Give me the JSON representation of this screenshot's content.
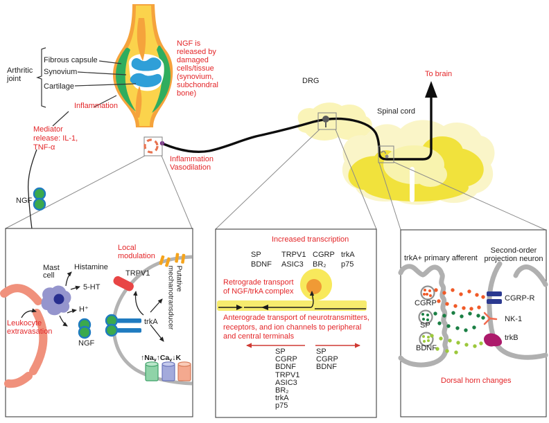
{
  "colors": {
    "accent_red": "#e32528",
    "bone_yellow": "#fbd34c",
    "bone_orange": "#f5a33c",
    "capsule_green": "#2fad5e",
    "cartilage_blue": "#2f9fd8",
    "pale_tissue_yellow": "#faf5c5",
    "gray_matter_yellow": "#f1e23c",
    "axon_yellow": "#f6eb6e",
    "vessel_salmon": "#f0917c",
    "mast_cell_lavender": "#9595cd",
    "ngf_green": "#3ba94d",
    "trka_receptor_blue": "#1f7bc0",
    "trpv1_red": "#e84545",
    "mechanotransducer_orange": "#f5a41c",
    "membrane_gray": "#b3b3b3",
    "cgrp_receptor_navy": "#2b3990",
    "nk1_orange": "#f26b4f",
    "trkb_magenta": "#ac1a6b",
    "cgrp_dot_orange": "#f05a28",
    "sp_dot_green": "#1a7f44",
    "bdnf_dot_lightgreen": "#9cc83c"
  },
  "top": {
    "arthritic_joint": "Arthritic\njoint",
    "fibrous_capsule": "Fibrous capsule",
    "synovium": "Synovium",
    "cartilage": "Cartilage",
    "inflammation": "Inflammation",
    "mediator_release": "Mediator\nrelease: IL-1,\nTNF-α",
    "ngf": "NGF",
    "ngf_released": "NGF is\nreleased by\ndamaged\ncells/tissue\n(synovium,\nsubchondral\nbone)",
    "inflammation_vasodilation": "Inflammation\nVasodilation",
    "drg": "DRG",
    "spinal_cord": "Spinal cord",
    "to_brain": "To brain"
  },
  "left_panel": {
    "leukocyte_extravasation": "Leukocyte\nextravasation",
    "mast_cell": "Mast\ncell",
    "histamine": "Histamine",
    "serotonin": "5-HT",
    "protons": "H⁺",
    "ngf": "NGF",
    "local_modulation": "Local\nmodulation",
    "trpv1": "TRPV1",
    "putative_mechanotransducer": "Putative\nmechanotransducer",
    "trka": "trkA",
    "ion": {
      "na": "↑Na",
      "v1": "v",
      "ca": "↑Ca",
      "v2": "v",
      "k": "↓K"
    }
  },
  "middle_panel": {
    "increased_transcription": "Increased transcription",
    "genes": [
      "SP\nBDNF",
      "TRPV1\nASIC3",
      "CGRP\nBR₂",
      "trkA\np75"
    ],
    "retrograde": "Retrograde transport\nof NGF/trkA complex",
    "anterograde": "Anterograde transport of neurotransmitters,\nreceptors, and ion channels to peripheral\nand central terminals",
    "peripheral_list": "SP\nCGRP\nBDNF\nTRPV1\nASIC3\nBR₂\ntrkA\np75",
    "central_list": "SP\nCGRP\nBDNF"
  },
  "right_panel": {
    "afferent": "trkA+ primary afferent",
    "second_order": "Second-order\nprojection neuron",
    "cgrp": "CGRP",
    "sp": "SP",
    "bdnf": "BDNF",
    "cgrp_r": "CGRP-R",
    "nk1": "NK-1",
    "trkb": "trkB",
    "dorsal_horn": "Dorsal horn changes"
  }
}
